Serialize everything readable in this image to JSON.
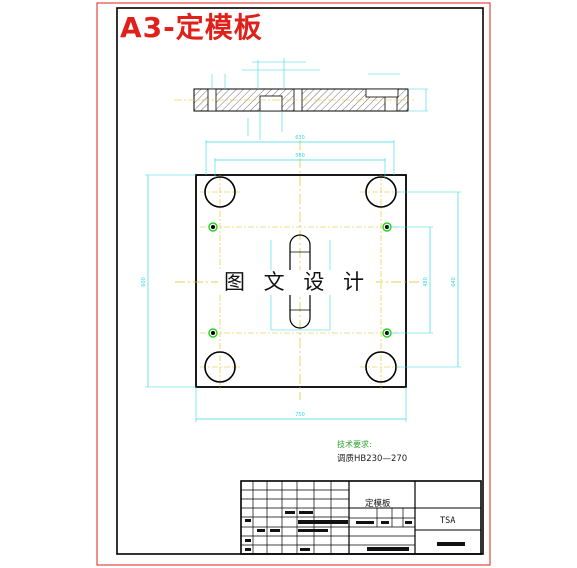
{
  "title": "A3-定模板",
  "watermark": "图 文 设 计",
  "technical_requirements": {
    "heading": "技术要求:",
    "text": "调质HB230—270"
  },
  "title_block": {
    "part_name": "定模板",
    "code": "TSA"
  },
  "dimensions": {
    "top_width": "630",
    "inner_span": "560",
    "bottom_width": "750",
    "left_height": "600",
    "right_height_inner": "480",
    "right_height_outer": "640"
  },
  "colors": {
    "border_red": "#e0201a",
    "outline_black": "#000000",
    "dimension_cyan": "#36d8e0",
    "centerline_yellow": "#e0c21a",
    "hole_green": "#1fd61f",
    "section_line_red": "#d0301f"
  }
}
